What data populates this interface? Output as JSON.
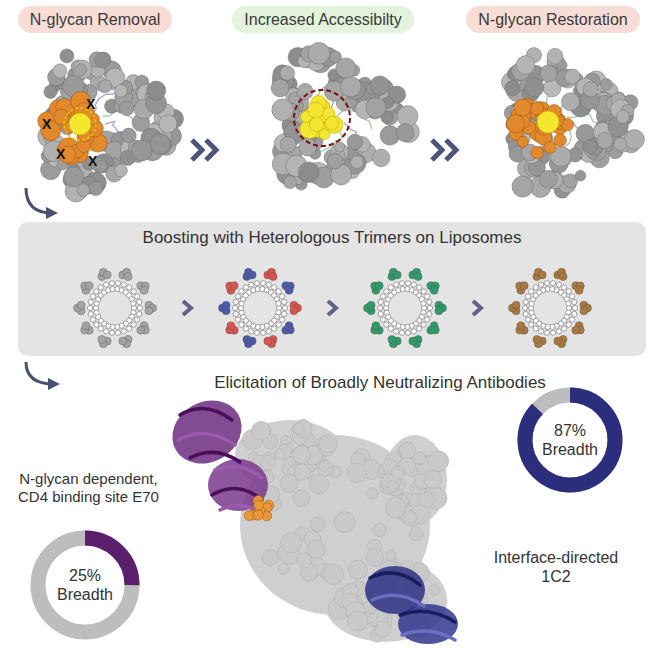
{
  "diagram": {
    "nodes": [
      {
        "text": [
          "N-glycan Removal"
        ]
      },
      {
        "text": [
          "Increased Accessibilty"
        ]
      },
      {
        "text": [
          "N-glycan Restoration"
        ]
      },
      {
        "text": [
          "Boosting with Heterologous Trimers on Liposomes"
        ]
      },
      {
        "text": [
          "25% Breadth"
        ]
      },
      {
        "text": [
          "87% Breadth"
        ]
      }
    ],
    "labels": [
      "X",
      "X",
      "X",
      "X",
      "Elicitation of Broadly Neutralizing Antibodies",
      "N-glycan dependent, CD4 binding site E70",
      "Interface-directed 1C2"
    ]
  }
}
